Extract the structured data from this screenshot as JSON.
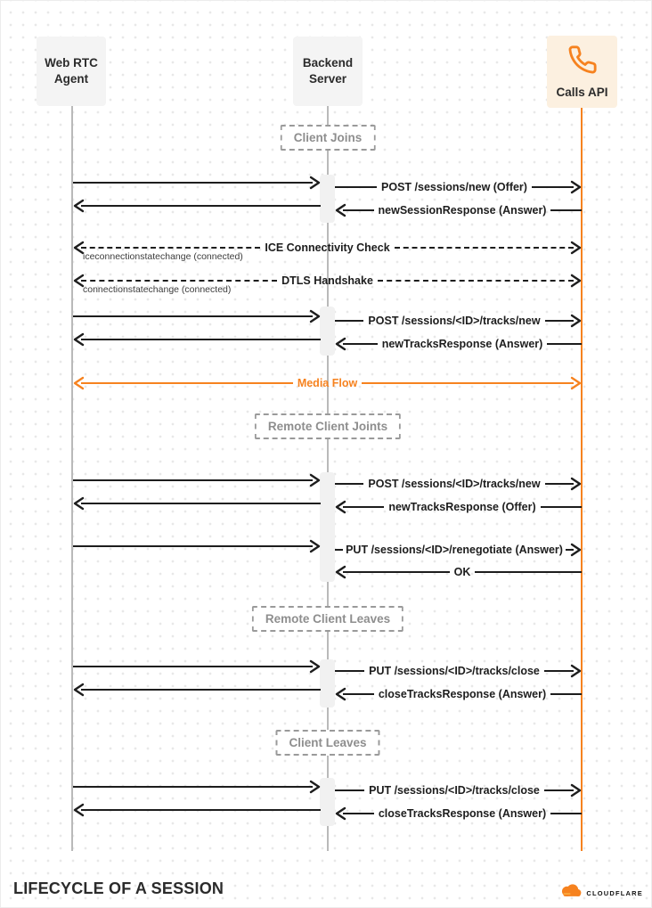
{
  "actors": {
    "webrtc": {
      "line1": "Web RTC",
      "line2": "Agent"
    },
    "backend": {
      "line1": "Backend",
      "line2": "Server"
    },
    "calls": {
      "label": "Calls API"
    }
  },
  "phases": {
    "client_joins": "Client Joins",
    "remote_client_joins": "Remote Client Joints",
    "remote_client_leaves": "Remote Client Leaves",
    "client_leaves": "Client Leaves"
  },
  "messages": {
    "post_sessions_new": "POST /sessions/new (Offer)",
    "new_session_response": "newSessionResponse (Answer)",
    "ice_check": "ICE Connectivity Check",
    "ice_event": "iceconnectionstatechange (connected)",
    "dtls_handshake": "DTLS Handshake",
    "dtls_event": "connectionstatechange (connected)",
    "post_tracks_new_1": "POST /sessions/<ID>/tracks/new",
    "new_tracks_answer_1": "newTracksResponse (Answer)",
    "media_flow": "Media Flow",
    "post_tracks_new_2": "POST /sessions/<ID>/tracks/new",
    "new_tracks_offer": "newTracksResponse (Offer)",
    "put_renegotiate": "PUT /sessions/<ID>/renegotiate (Answer)",
    "ok": "OK",
    "put_tracks_close_1": "PUT /sessions/<ID>/tracks/close",
    "close_tracks_response_1": "closeTracksResponse (Answer)",
    "put_tracks_close_2": "PUT /sessions/<ID>/tracks/close",
    "close_tracks_response_2": "closeTracksResponse (Answer)"
  },
  "footer": {
    "title": "LIFECYCLE OF A SESSION",
    "brand": "CLOUDFLARE"
  },
  "colors": {
    "accent_orange": "#f6821f",
    "line_black": "#1d1d1d",
    "lifeline_gray": "#b9b9b9",
    "calls_box_bg": "#fcf0e0"
  }
}
